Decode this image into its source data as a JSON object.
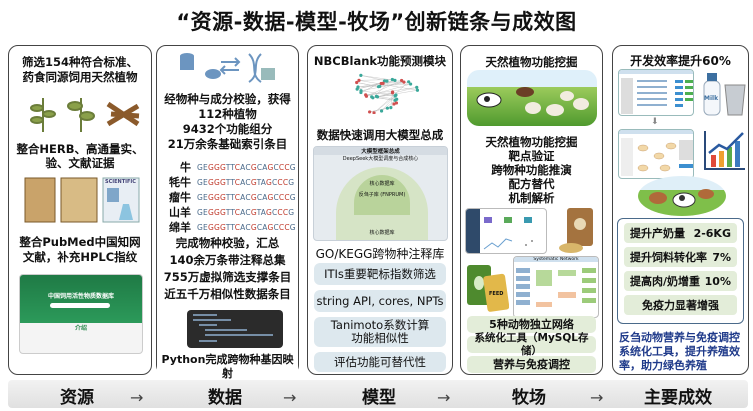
{
  "title": "“资源-数据-模型-牧场”创新链条与成效图",
  "resource": {
    "t1": [
      "筛选154种符合标准、",
      "药食同源饲用天然植物"
    ],
    "t2": [
      "整合HERB、高通量实、",
      "验、文献证据"
    ],
    "t3": [
      "整合PubMed中国知网",
      "文献，补充HPLC指纹"
    ],
    "book_label": "SCIENTIFIC",
    "db_title": "中国饲用活性物质数据库",
    "db_intro": "介绍"
  },
  "data": {
    "t1": [
      "经物种与成分校验，获得",
      "112种植物",
      "9432个功能组分",
      "21万余条基础索引条目"
    ],
    "sequences": [
      {
        "species": "牛",
        "seq": "GEGGGTTCACGCAGCCCG"
      },
      {
        "species": "牦牛",
        "seq": "GEGGGTTCACGTAGCCCG"
      },
      {
        "species": "瘤牛",
        "seq": "GEGGGTTCACGCAGCCCG"
      },
      {
        "species": "山羊",
        "seq": "GEGGGTTCACGTAGCCCG"
      },
      {
        "species": "绵羊",
        "seq": "GEGGGTTCACGCAGCCCG"
      }
    ],
    "t2": [
      "完成物种校验，汇总",
      "140余万条带注释总集",
      "755万虚拟筛选支撑条目",
      "近五千万相似性数据条目"
    ],
    "footer": "Python完成跨物种基因映射"
  },
  "model": {
    "title": "NBCBlank功能预测模块",
    "t1": "数据快速调用大模型总成",
    "diagram": {
      "top": "大模型框架总成",
      "sub": "DeepSeek大模型调度与合成核心",
      "core": "核心数据库",
      "mid": "反刍子库 (FNPRUM)",
      "low": "核心数据库"
    },
    "t2": "GO/KEGG跨物种注释库",
    "boxes": [
      "ITIs重要靶标指数筛选",
      "string API, cores, NPTs",
      "Tanimoto系数计算功能相似性",
      "评估功能可替代性"
    ]
  },
  "farm": {
    "title": "天然植物功能挖掘",
    "lines": [
      "天然植物功能挖掘",
      "靶点验证",
      "跨物种功能推演",
      "配方替代",
      "机制解析"
    ],
    "feed_label": "FEED",
    "network_label": "Systematic Network",
    "boxes": [
      "5种动物独立网络",
      "系统化工具（MySQL存储）",
      "营养与免疫调控"
    ]
  },
  "results": {
    "title": "开发效率提升60%",
    "milk_label": "Milk",
    "items": [
      {
        "label": "提升产奶量",
        "value": "2-6KG"
      },
      {
        "label": "提升饲料转化率",
        "value": "7%"
      },
      {
        "label": "提高肉/奶增重",
        "value": "10%"
      }
    ],
    "immune": "免疫力显著增强",
    "conclusion": [
      "反刍动物营养与免疫调控",
      "系统化工具，提升养殖效",
      "率，助力绿色养殖"
    ]
  },
  "stages": [
    "资源",
    "数据",
    "模型",
    "牧场",
    "主要成效"
  ]
}
